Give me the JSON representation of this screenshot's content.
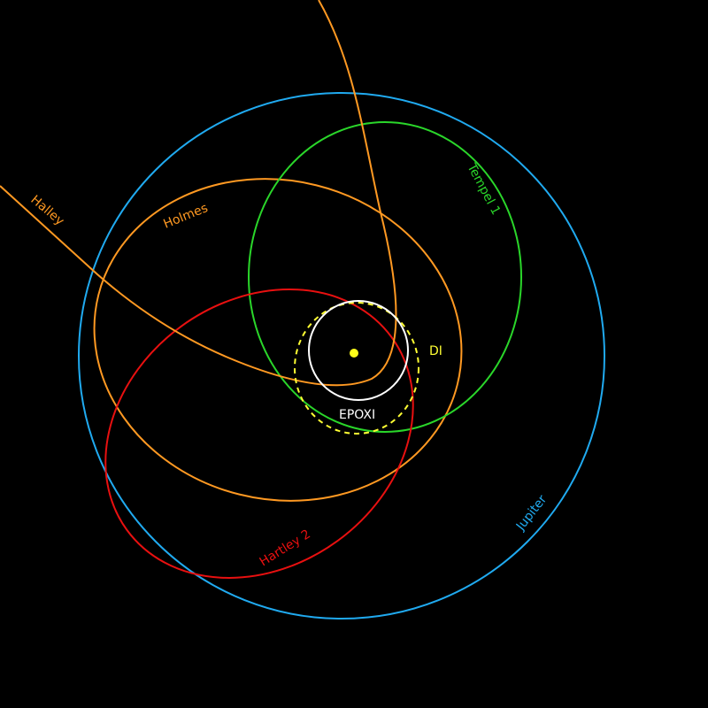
{
  "colors": {
    "background": "#000000",
    "sun": "#ffff1a",
    "jupiter": "#20aaf0",
    "tempel1": "#2ad62a",
    "holmes": "#ff9922",
    "halley": "#ff9922",
    "hartley2": "#e81010",
    "epoxi": "#ffffff",
    "di": "#ffff33"
  },
  "labels": {
    "halley": "Halley",
    "holmes": "Holmes",
    "tempel1": "Tempel 1",
    "jupiter": "Jupiter",
    "hartley2": "Hartley 2",
    "epoxi": "EPOXI",
    "di": "DI"
  }
}
